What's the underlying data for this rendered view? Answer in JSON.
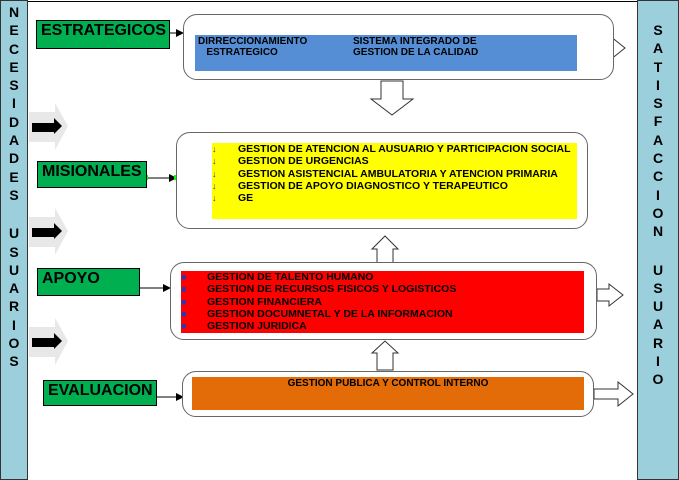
{
  "left_bar": {
    "words": [
      "NECESIDADES",
      "USUARIOS"
    ]
  },
  "right_bar": {
    "words": [
      "SATISFACCION",
      "USUARIO"
    ]
  },
  "colors": {
    "side": "#9CCFDC",
    "label": "#00B050",
    "strategic": "#558ED5",
    "missional": "#FFFF00",
    "support": "#FF0000",
    "evaluation": "#E36C09"
  },
  "strategic": {
    "label": "ESTRATEGICOS",
    "items": [
      "DIRRECCIONAMIENTO\n   ESTRATEGICO",
      "SISTEMA INTEGRADO DE\nGESTION DE LA CALIDAD"
    ]
  },
  "missional": {
    "label": "MISIONALES",
    "items": [
      "GESTION  DE  ATENCION  AL  AUSUARIO  Y  PARTICIPACION SOCIAL",
      "GESTION DE URGENCIAS",
      "GESTION ASISTENCIAL AMBULATORIA Y ATENCION PRIMARIA",
      "GESTION DE APOYO DIAGNOSTICO Y TERAPEUTICO",
      "GE"
    ]
  },
  "support": {
    "label": "APOYO",
    "items": [
      "GESTION DE TALENTO HUMANO",
      "GESTION DE RECURSOS  FISICOS Y LOGISTICOS",
      "GESTION FINANCIERA",
      "GESTION DOCUMNETAL Y  DE LA INFORMACION",
      "GESTION JURIDICA"
    ]
  },
  "evaluation": {
    "label": "EVALUACION",
    "items": [
      "GESTION PUBLICA Y CONTROL INTERNO"
    ]
  }
}
